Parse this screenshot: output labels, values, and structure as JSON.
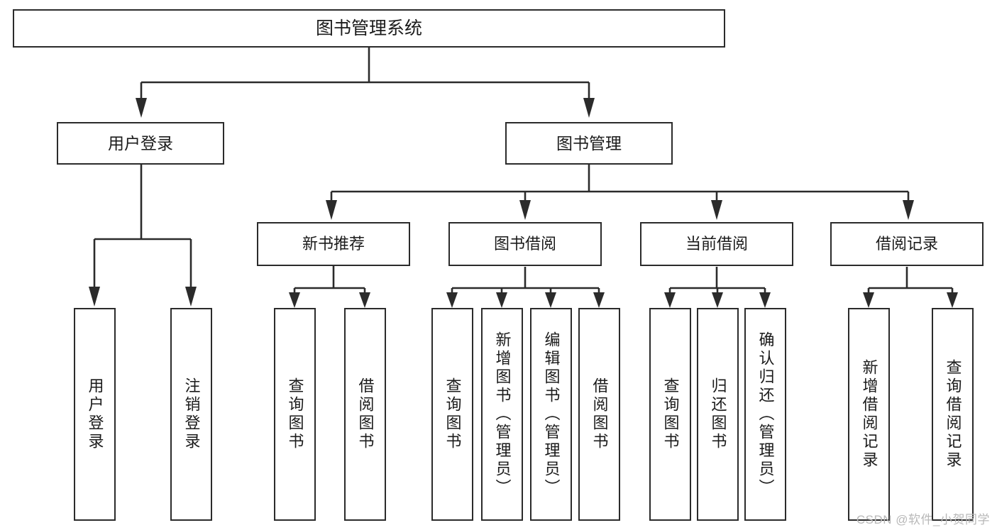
{
  "diagram": {
    "title": "图书管理系统",
    "watermark": "CSDN @软件_小贺同学",
    "line_color": "#2b2b2b",
    "box_fill": "#ffffff",
    "text_color": "#1b1b1b",
    "watermark_color": "#b8b8b8",
    "background": "#ffffff"
  },
  "nodes": {
    "root": {
      "label": "图书管理系统"
    },
    "level1": [
      {
        "label": "用户登录"
      },
      {
        "label": "图书管理"
      }
    ],
    "level2": [
      {
        "label": "新书推荐"
      },
      {
        "label": "图书借阅"
      },
      {
        "label": "当前借阅"
      },
      {
        "label": "借阅记录"
      }
    ],
    "leaves": {
      "user_login": [
        {
          "label": "用户登录"
        },
        {
          "label": "注销登录"
        }
      ],
      "new_book_recommend": [
        {
          "label": "查询图书"
        },
        {
          "label": "借阅图书"
        }
      ],
      "book_borrow": [
        {
          "label": "查询图书"
        },
        {
          "label": "新增图书（管理员）"
        },
        {
          "label": "编辑图书（管理员）"
        },
        {
          "label": "借阅图书"
        }
      ],
      "current_borrow": [
        {
          "label": "查询图书"
        },
        {
          "label": "归还图书"
        },
        {
          "label": "确认归还（管理员）"
        }
      ],
      "borrow_record": [
        {
          "label": "新增借阅记录"
        },
        {
          "label": "查询借阅记录"
        }
      ]
    }
  }
}
